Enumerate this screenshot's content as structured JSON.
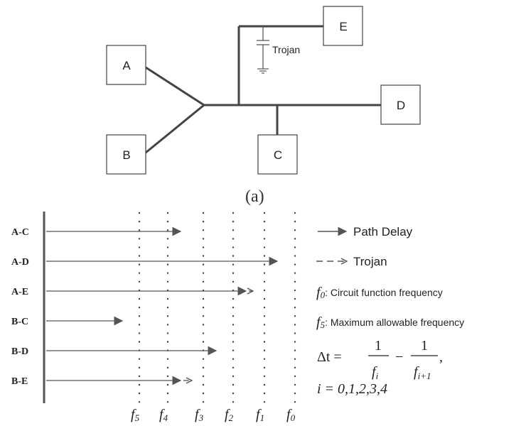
{
  "part_a": {
    "nodes": {
      "A": "A",
      "B": "B",
      "C": "C",
      "D": "D",
      "E": "E"
    },
    "trojan_label": "Trojan",
    "caption": "(a)"
  },
  "part_b": {
    "paths": [
      {
        "label": "A-C",
        "ends_near": "f4",
        "trojan": false
      },
      {
        "label": "A-D",
        "ends_near": "f1",
        "trojan": false
      },
      {
        "label": "A-E",
        "ends_near": "f2",
        "trojan": true,
        "trojan_ends_near": "f1"
      },
      {
        "label": "B-C",
        "ends_near": "f5",
        "trojan": false
      },
      {
        "label": "B-D",
        "ends_near": "f3",
        "trojan": false
      },
      {
        "label": "B-E",
        "ends_near": "f4",
        "trojan": true,
        "trojan_ends_near": "f3"
      }
    ],
    "freq_axis": [
      {
        "base": "f",
        "sub": "5"
      },
      {
        "base": "f",
        "sub": "4"
      },
      {
        "base": "f",
        "sub": "3"
      },
      {
        "base": "f",
        "sub": "2"
      },
      {
        "base": "f",
        "sub": "1"
      },
      {
        "base": "f",
        "sub": "0"
      }
    ],
    "legend": {
      "path_delay": "Path Delay",
      "trojan": "Trojan",
      "f0_sym": "f",
      "f0_sub": "0",
      "f0_desc": ": Circuit function frequency",
      "f5_sym": "f",
      "f5_sub": "5",
      "f5_desc": ": Maximum allowable frequency",
      "formula_lhs": "Δt  =",
      "formula_num": "1",
      "formula_den1_base": "f",
      "formula_den1_sub": "i",
      "formula_minus": "−",
      "formula_den2_base": "f",
      "formula_den2_sub": "i+1",
      "formula_tail": ",",
      "index_range": "i  =  0,1,2,3,4"
    }
  }
}
